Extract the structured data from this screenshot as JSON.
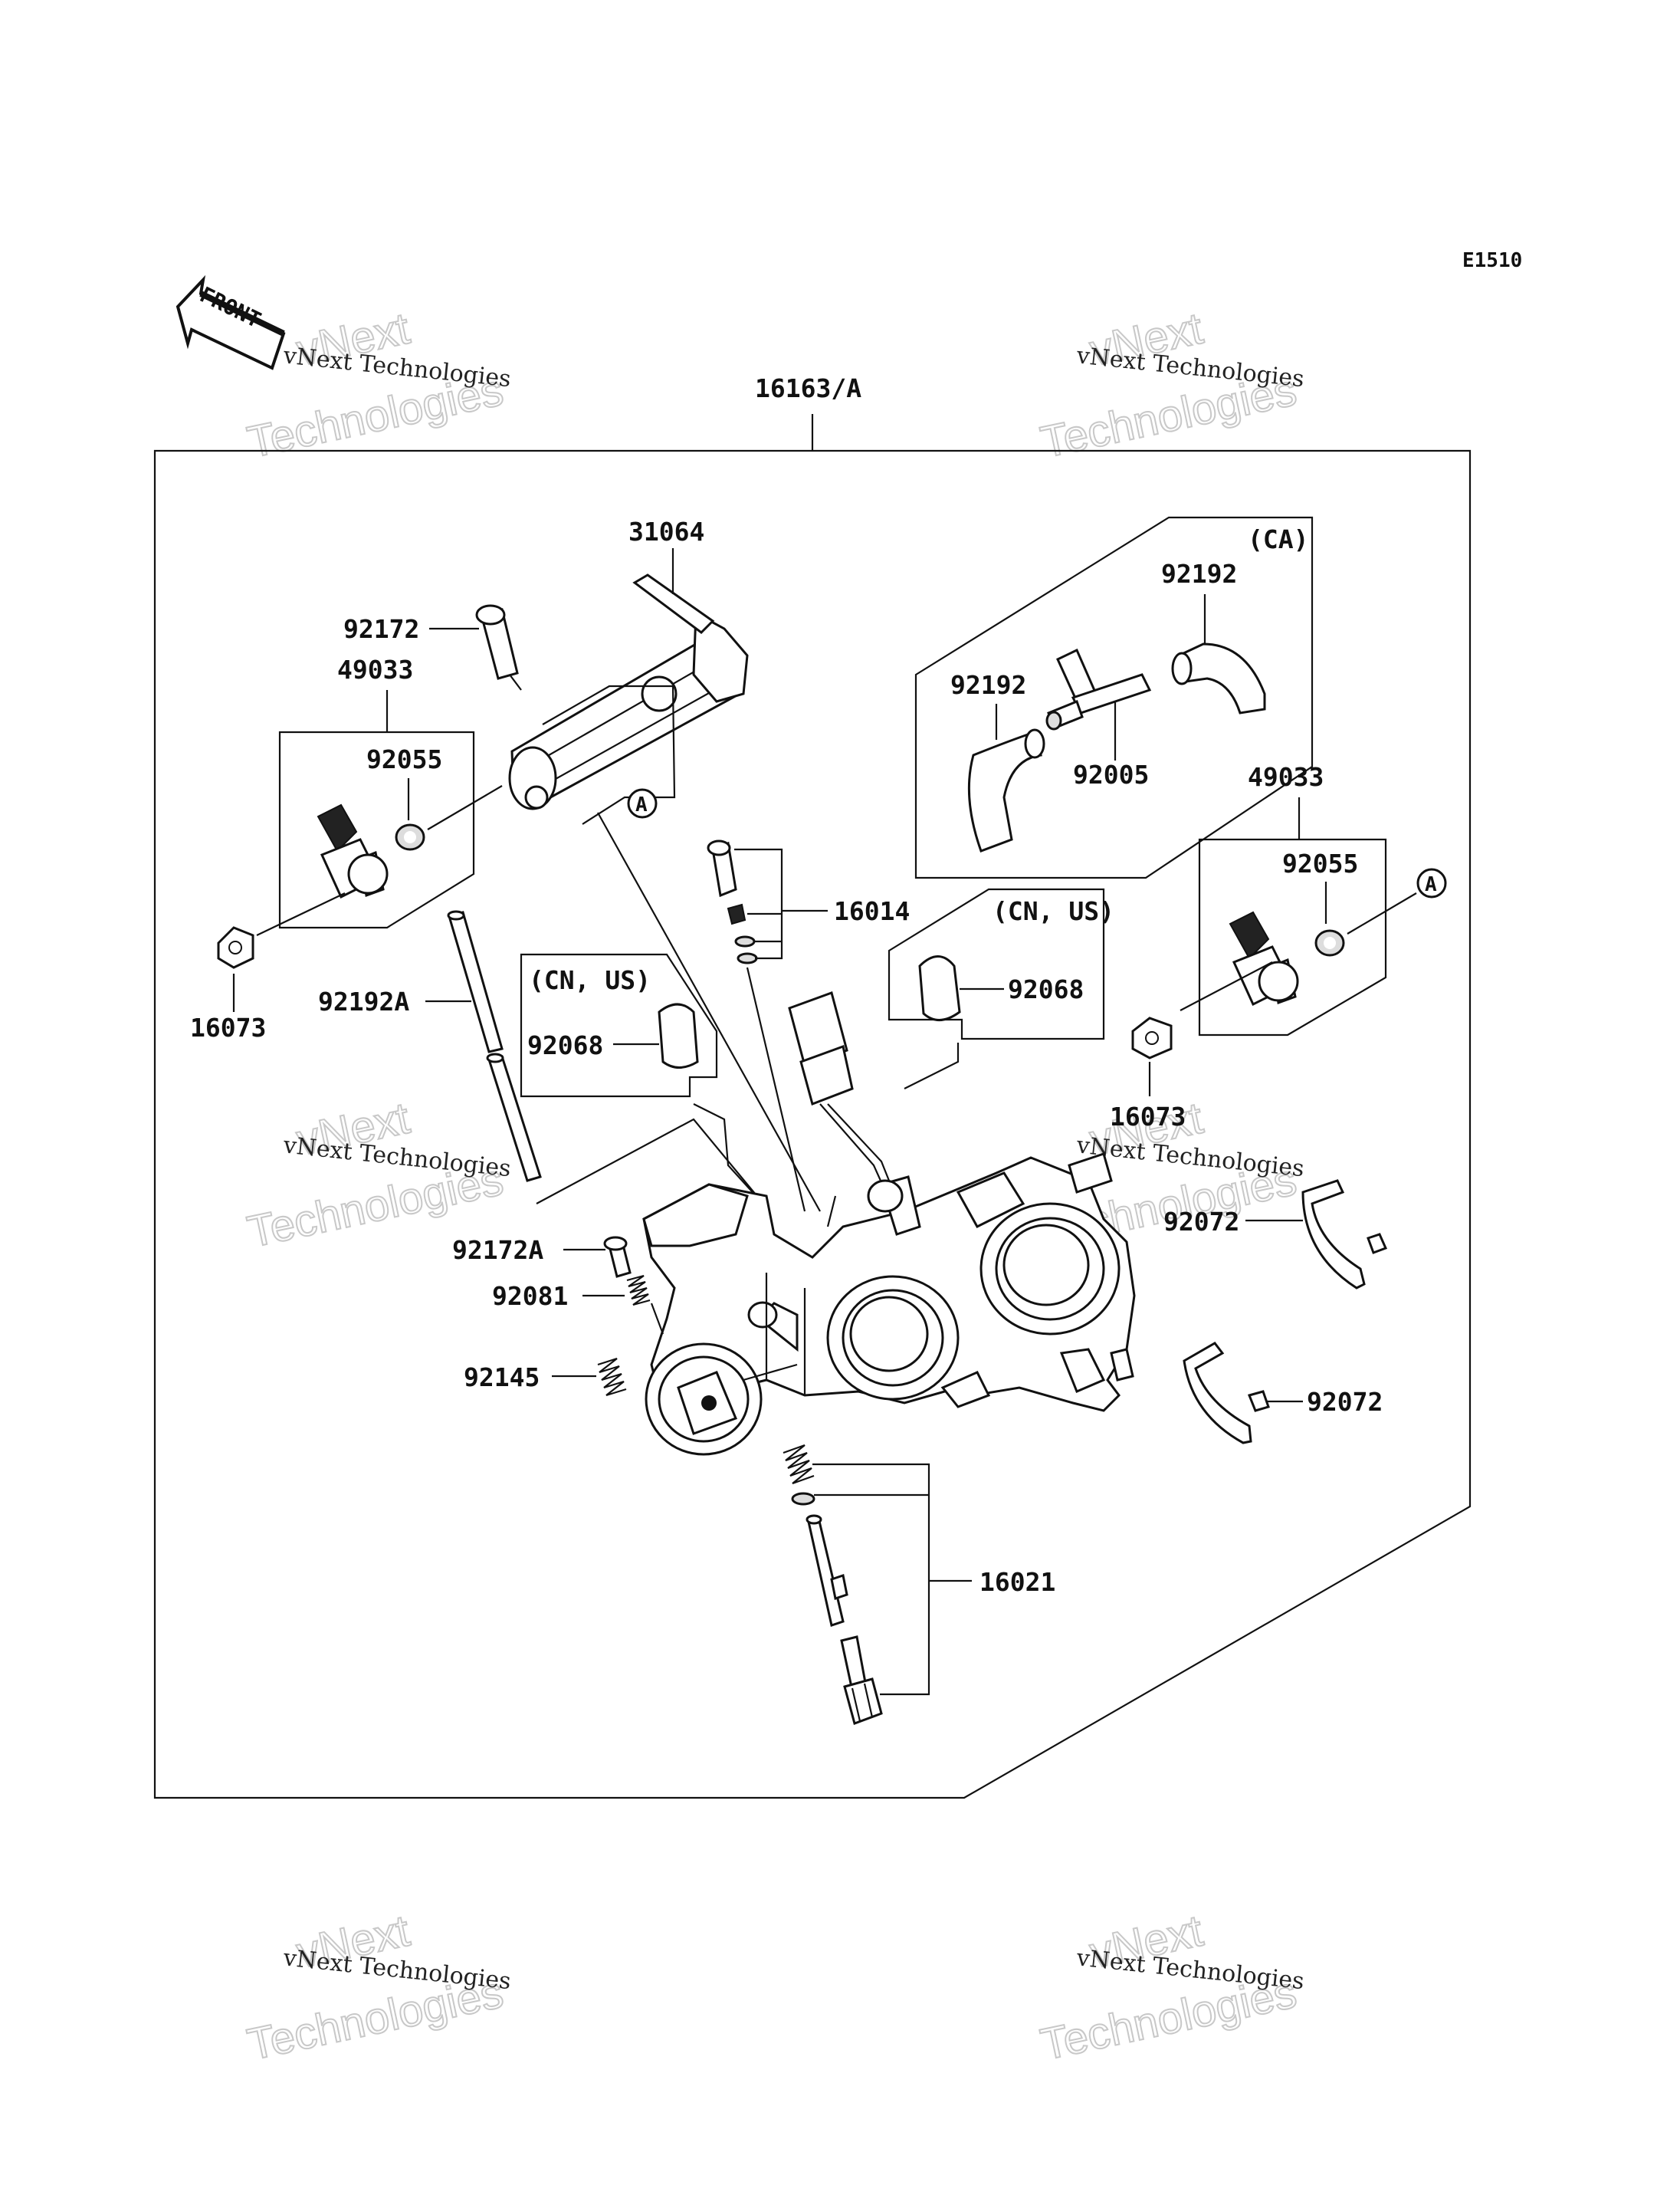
{
  "diagram_code": "E1510",
  "front_label": "FRONT",
  "watermark_small": "vNext Technologies",
  "watermark_big_1": "vNext",
  "watermark_big_2": "Technologies",
  "callout_marker": "A",
  "labels": {
    "assembly": "16163/A",
    "p31064": "31064",
    "p92172": "92172",
    "p49033_left": "49033",
    "p92055_left": "92055",
    "p16073_left": "16073",
    "p92192A": "92192A",
    "ca_group": "(CA)",
    "p92192_top": "92192",
    "p92192_left": "92192",
    "p92005": "92005",
    "p16014": "16014",
    "cnus_right": "(CN, US)",
    "p92068_right": "92068",
    "cnus_left": "(CN, US)",
    "p92068_left": "92068",
    "p49033_right": "49033",
    "p92055_right": "92055",
    "p16073_right": "16073",
    "p92172A": "92172A",
    "p92081": "92081",
    "p92145": "92145",
    "p92072_top": "92072",
    "p92072_bottom": "92072",
    "p16021": "16021"
  }
}
